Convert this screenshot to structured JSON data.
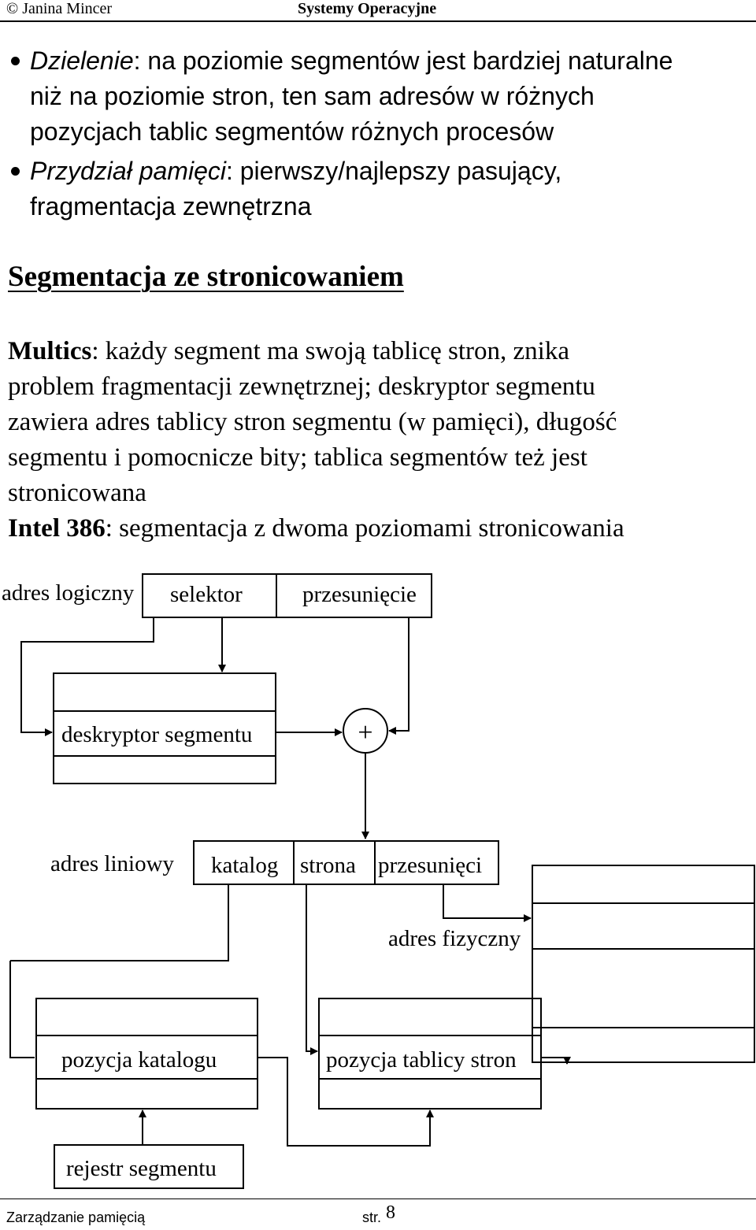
{
  "header": {
    "left": "© Janina Mincer",
    "right": "Systemy Operacyjne"
  },
  "bullets": [
    {
      "term": "Dzielenie",
      "lines": [
        ": na poziomie segmentów jest bardziej naturalne",
        "niż na poziomie stron, ten sam adresów w różnych",
        "pozycjach tablic segmentów różnych procesów"
      ]
    },
    {
      "term": "Przydział pamięci",
      "lines": [
        ": pierwszy/najlepszy pasujący,",
        "fragmentacja zewnętrzna"
      ]
    }
  ],
  "heading": "Segmentacja ze stronicowaniem",
  "multics": {
    "term": "Multics",
    "first": ": każdy segment ma swoją tablicę stron, znika",
    "lines": [
      "problem fragmentacji zewnętrznej; deskryptor segmentu",
      "zawiera adres tablicy stron segmentu (w pamięci), długość",
      "segmentu i pomocnicze bity; tablica segmentów też jest",
      "stronicowana"
    ]
  },
  "intel": {
    "term": "Intel 386",
    "rest": ": segmentacja z dwoma poziomami stronicowania"
  },
  "diagram": {
    "logical_address": "adres logiczny",
    "selector": "selektor",
    "offset": "przesunięcie",
    "segment_descriptor": "deskryptor segmentu",
    "plus": "+",
    "linear_address": "adres liniowy",
    "directory": "katalog",
    "page": "strona",
    "offset2": "przesunięci",
    "physical_address": "adres fizyczny",
    "directory_entry": "pozycja katalogu",
    "page_table_entry": "pozycja tablicy stron",
    "segment_register": "rejestr segmentu"
  },
  "footer": {
    "left": "Zarządzanie pamięcią",
    "page_label": "str.",
    "page_number": "8"
  }
}
